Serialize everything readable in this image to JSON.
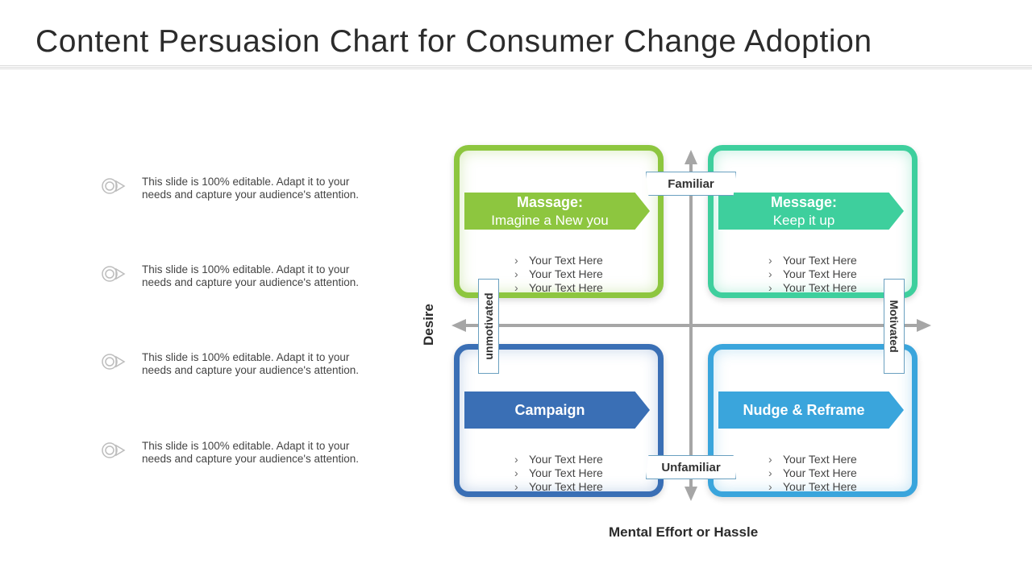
{
  "title": "Content Persuasion Chart for Consumer Change Adoption",
  "bullets": [
    {
      "line1": "This slide is 100% editable. Adapt it to your",
      "line2": "needs and capture your audience's attention."
    },
    {
      "line1": "This slide is 100% editable. Adapt it to your",
      "line2": "needs and capture your audience's attention."
    },
    {
      "line1": "This slide is 100% editable. Adapt it to your",
      "line2": "needs and capture your audience's attention."
    },
    {
      "line1": "This slide is 100% editable. Adapt it to your",
      "line2": "needs and capture your audience's attention."
    }
  ],
  "axes": {
    "y_label": "Desire",
    "x_label": "Mental Effort or Hassle",
    "top": "Familiar",
    "bottom": "Unfamiliar",
    "left": "unmotivated",
    "right": "Motivated"
  },
  "quadrants": {
    "top_left": {
      "title": "Massage:",
      "subtitle": "Imagine a New you",
      "items": [
        "Your Text Here",
        "Your Text Here",
        "Your Text Here"
      ],
      "color": "#8dc63f"
    },
    "top_right": {
      "title": "Message:",
      "subtitle": "Keep it up",
      "items": [
        "Your Text Here",
        "Your Text Here",
        "Your Text Here"
      ],
      "color": "#3ecf9d"
    },
    "bottom_left": {
      "title": "Campaign",
      "items": [
        "Your Text Here",
        "Your Text Here",
        "Your Text Here"
      ],
      "color": "#3a6fb5"
    },
    "bottom_right": {
      "title": "Nudge & Reframe",
      "items": [
        "Your Text Here",
        "Your Text Here",
        "Your Text Here"
      ],
      "color": "#3aa5dc"
    }
  },
  "icons": {
    "bullet": "target-arrow-icon",
    "item_marker": "chevron-right-icon"
  }
}
